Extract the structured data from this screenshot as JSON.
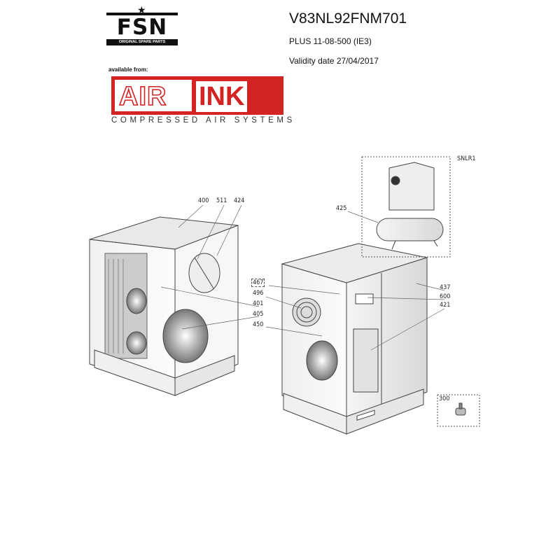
{
  "header": {
    "brand_logo": {
      "text": "FSN",
      "subtitle": "ORIGINAL SPARE PARTS"
    },
    "part_code": "V83NL92FNM701",
    "model": "PLUS 11-08-500 (IE3)",
    "validity": "Validity date 27/04/2017"
  },
  "supplier": {
    "available_label": "available from:",
    "logo_left": "AIR",
    "logo_right": "INK",
    "tagline": "COMPRESSED AIR SYSTEMS",
    "brand_color": "#d42323"
  },
  "diagram": {
    "callouts": {
      "c400": "400",
      "c511": "511",
      "c424": "424",
      "c425": "425",
      "snlr1": "SNLR1",
      "c467": "467",
      "c496": "496",
      "c401": "401",
      "c405": "405",
      "c450": "450",
      "c437": "437",
      "c600": "600",
      "c421": "421",
      "c300": "300"
    }
  }
}
